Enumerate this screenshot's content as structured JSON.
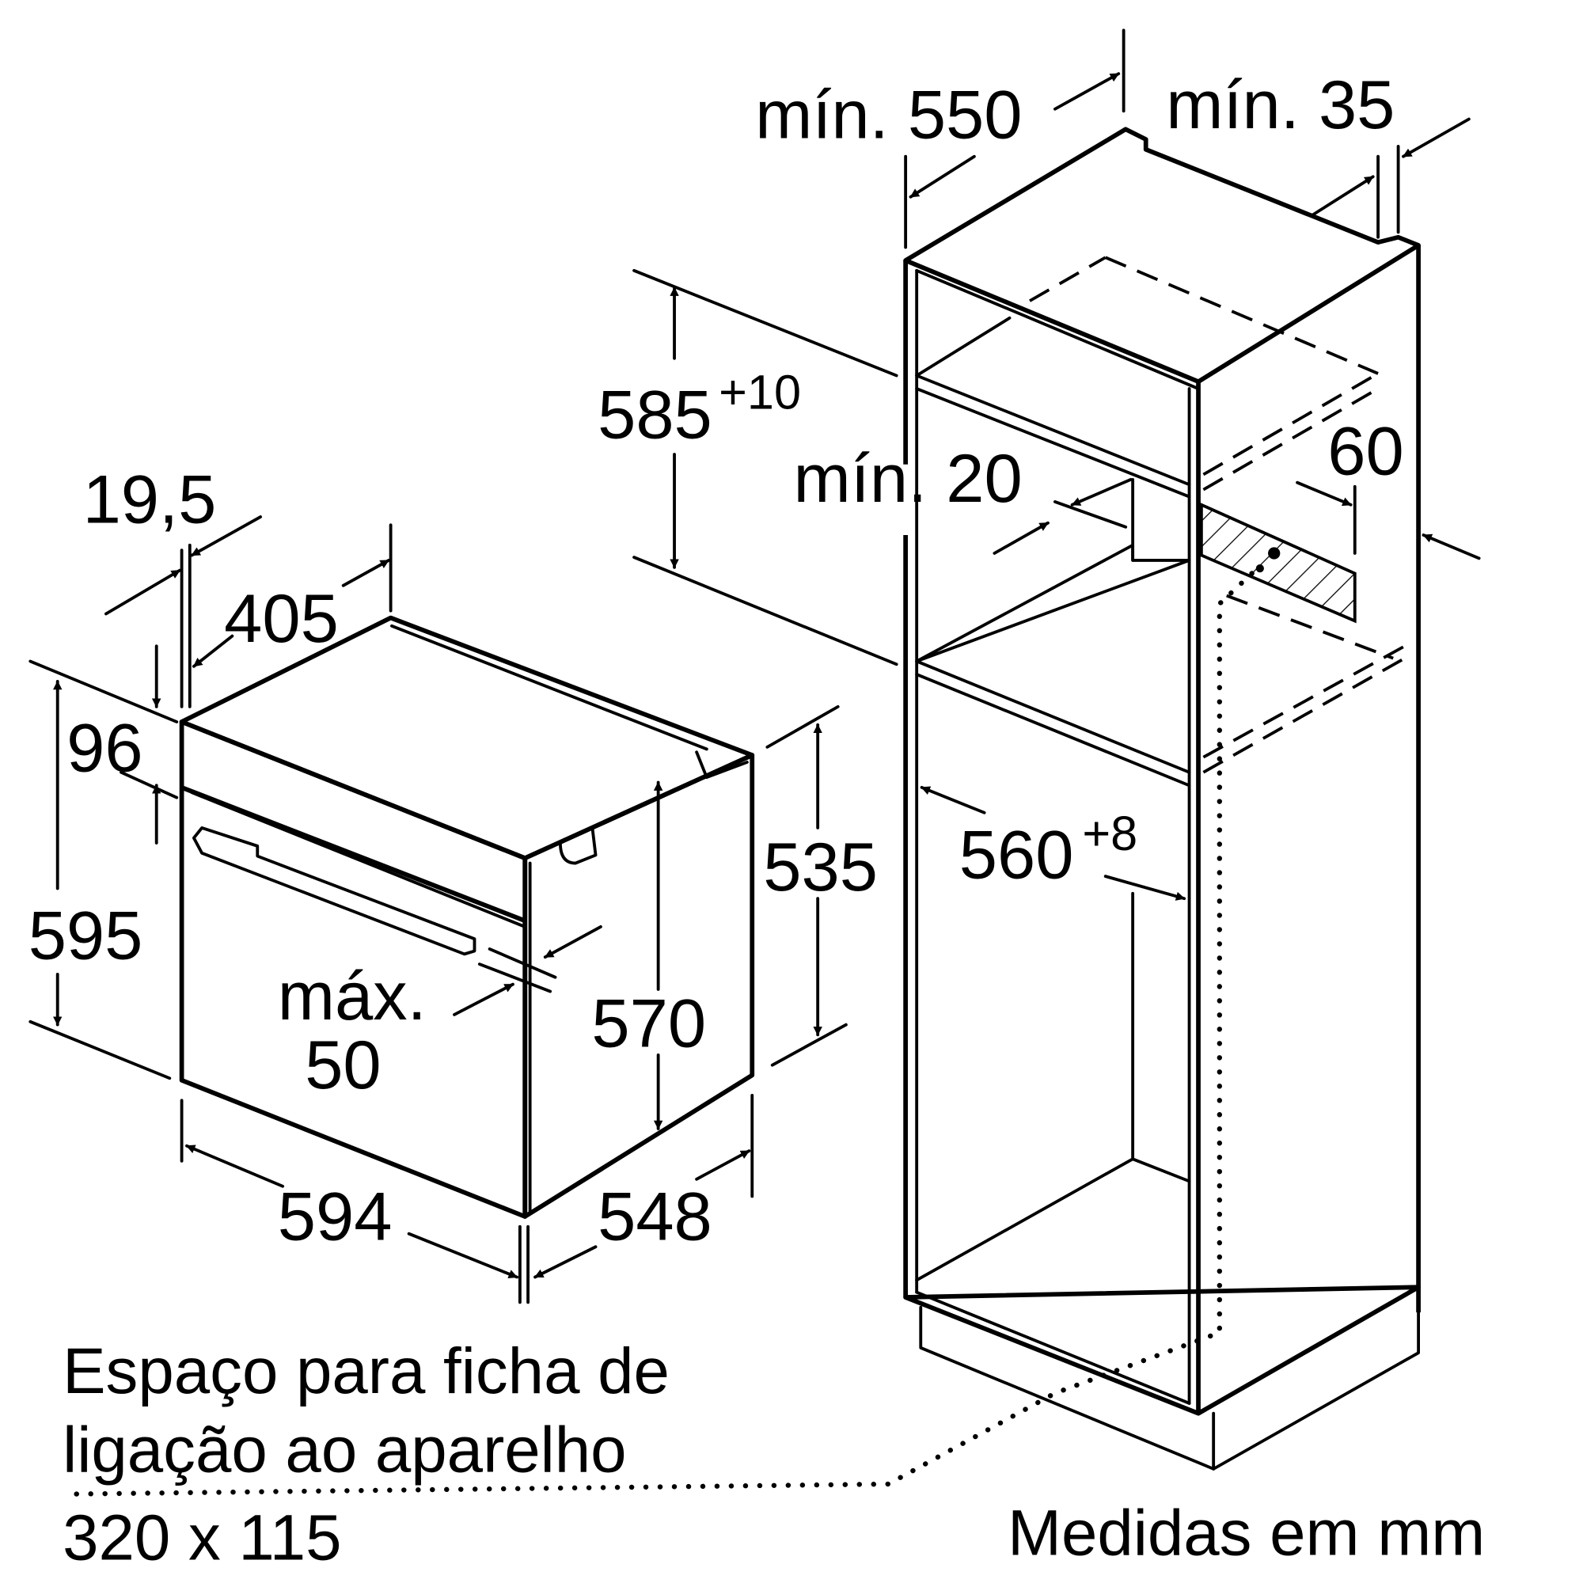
{
  "diagram": {
    "type": "built-in oven installation dimension drawing",
    "units_note": "Medidas em mm",
    "oven": {
      "depth_total": "19,5",
      "depth_405": "405",
      "height_top_panel": "96",
      "height_total": "595",
      "height_body": "570",
      "height_side": "535",
      "width": "594",
      "depth_548": "548",
      "door_gap_label_line1": "máx.",
      "door_gap_label_line2": "50"
    },
    "cabinet": {
      "min_depth_label": "mín. 550",
      "min_back_gap_label": "mín. 35",
      "niche_height_main": "585",
      "niche_height_tolerance": "+10",
      "min_shelf_gap_label": "mín. 20",
      "vent_label": "60",
      "niche_width_main": "560",
      "niche_width_tolerance": "+8"
    },
    "plug_space_note": {
      "line1": "Espaço para ficha de",
      "line2": "ligação ao aparelho",
      "line3": "320 x 115"
    }
  }
}
